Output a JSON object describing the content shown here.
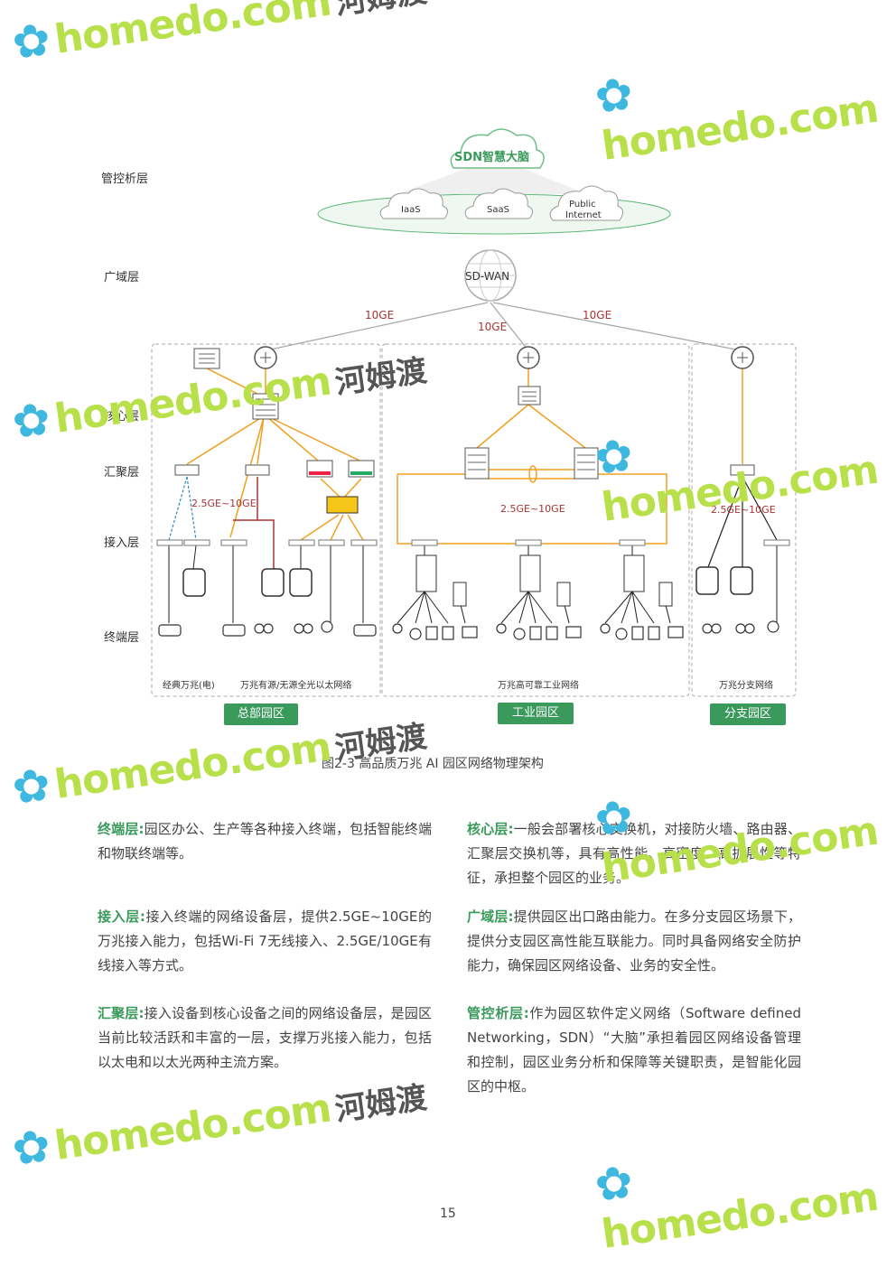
{
  "layers": {
    "mgmt": "管控析层",
    "wan": "广域层",
    "core": "核心层",
    "agg": "汇聚层",
    "access": "接入层",
    "terminal": "终端层"
  },
  "cloud": {
    "brain": "SDN智慧大脑",
    "iaas": "IaaS",
    "saas": "SaaS",
    "public1": "Public",
    "public2": "Internet",
    "sdwan": "SD-WAN"
  },
  "links": {
    "l1": "10GE",
    "l2": "10GE",
    "l3": "10GE",
    "r1": "2.5GE~10GE",
    "r2": "2.5GE~10GE",
    "r3": "2.5GE~10GE"
  },
  "sublabels": {
    "classic": "经典万兆(电)",
    "optical": "万兆有源/无源全光以太网络",
    "industrial": "万兆高可靠工业网络",
    "branch": "万兆分支网络"
  },
  "groups": {
    "hq": "总部园区",
    "industry": "工业园区",
    "branch": "分支园区"
  },
  "figure_caption": "图2-3 高品质万兆 AI 园区网络物理架构",
  "paragraphs": {
    "p1_kw": "终端层:",
    "p1_text": "园区办公、生产等各种接入终端，包括智能终端和物联终端等。",
    "p2_kw": "接入层:",
    "p2_text": "接入终端的网络设备层，提供2.5GE~10GE的万兆接入能力，包括Wi-Fi 7无线接入、2.5GE/10GE有线接入等方式。",
    "p3_kw": "汇聚层:",
    "p3_text": "接入设备到核心设备之间的网络设备层，是园区当前比较活跃和丰富的一层，支撑万兆接入能力，包括以太电和以太光两种主流方案。",
    "p4_kw": "核心层:",
    "p4_text": "一般会部署核心交换机，对接防火墙、路由器、汇聚层交换机等，具有高性能、高密度、高扩展性等特征，承担整个园区的业务。",
    "p5_kw": "广域层:",
    "p5_text": "提供园区出口路由能力。在多分支园区场景下，提供分支园区高性能互联能力。同时具备网络安全防护能力，确保园区网络设备、业务的安全性。",
    "p6_kw": "管控析层:",
    "p6_text": "作为园区软件定义网络（Software defined Networking，SDN）“大脑”承担着园区网络设备管理和控制，园区业务分析和保障等关键职责，是智能化园区的中枢。"
  },
  "page_number": "15",
  "watermark": {
    "en": "homedo.com",
    "cn": "河姆渡"
  },
  "colors": {
    "green": "#3a9a5b",
    "orange": "#f0a020",
    "red": "#a33",
    "blue": "#2a8ac0"
  }
}
